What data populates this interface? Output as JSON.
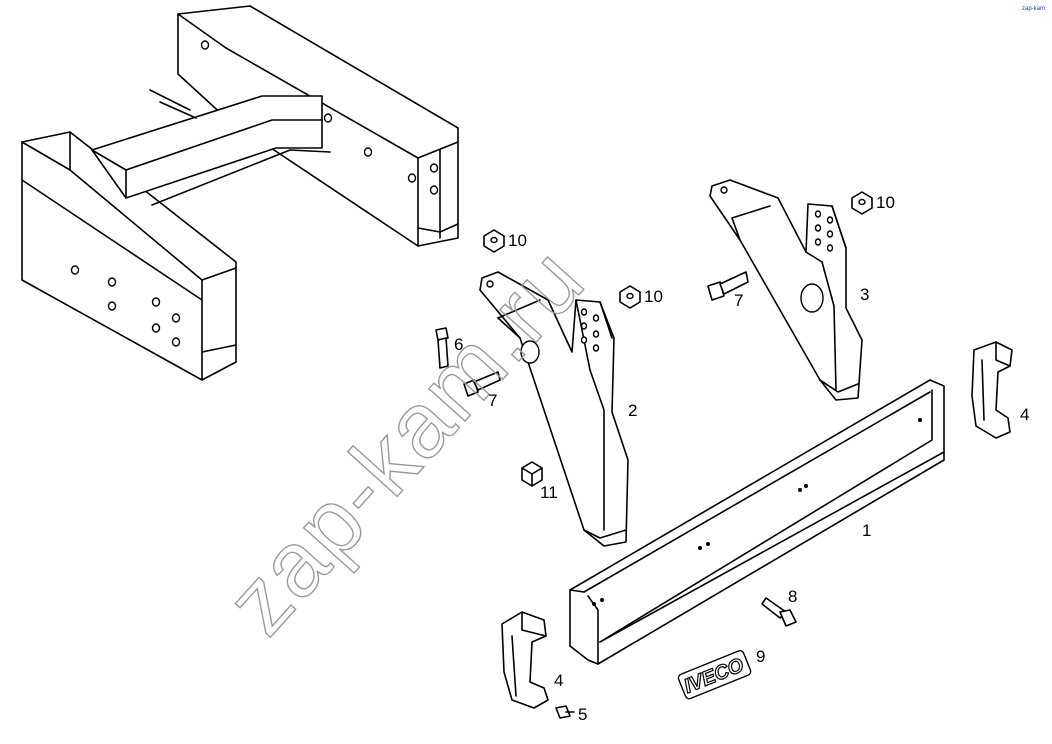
{
  "watermark": "zap-kam.ru",
  "corner_mark": "zap-kam",
  "logo_text": "IVECO",
  "callouts": [
    {
      "id": "label-1",
      "text": "1"
    },
    {
      "id": "label-2",
      "text": "2"
    },
    {
      "id": "label-3",
      "text": "3"
    },
    {
      "id": "label-4-right",
      "text": "4"
    },
    {
      "id": "label-4-left",
      "text": "4"
    },
    {
      "id": "label-5",
      "text": "5"
    },
    {
      "id": "label-6",
      "text": "6"
    },
    {
      "id": "label-7-left",
      "text": "7"
    },
    {
      "id": "label-7-right",
      "text": "7"
    },
    {
      "id": "label-8",
      "text": "8"
    },
    {
      "id": "label-9",
      "text": "9"
    },
    {
      "id": "label-10-top",
      "text": "10"
    },
    {
      "id": "label-10-mid",
      "text": "10"
    },
    {
      "id": "label-10-right",
      "text": "10"
    },
    {
      "id": "label-11",
      "text": "11"
    }
  ]
}
